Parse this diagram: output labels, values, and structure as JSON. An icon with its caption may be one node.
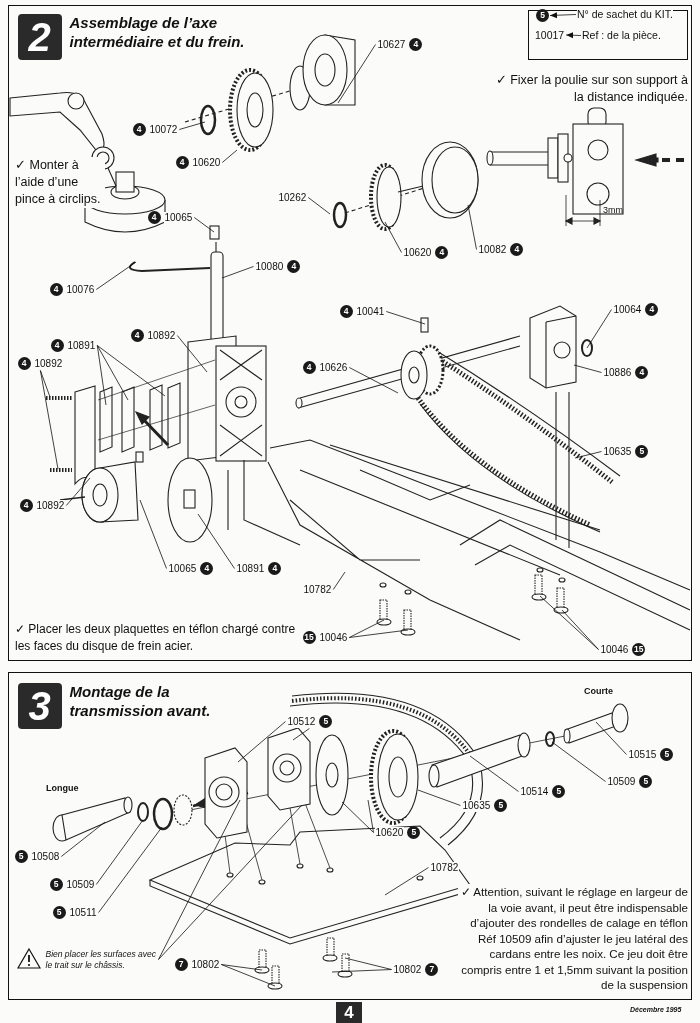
{
  "diagram": {
    "nodes": [
      {
        "text": [],
        "shape": "box"
      },
      {
        "text": [
          "2"
        ],
        "beside": [
          "Assemblage de l’axe intermédiaire et du frein."
        ],
        "in": 0
      },
      {
        "text": [],
        "shape": "box",
        "in": 0
      },
      {
        "text": [
          "5"
        ],
        "in": 2
      },
      {
        "text": [
          "N° de sachet du KIT."
        ],
        "in": 2
      },
      {
        "text": [
          "10017"
        ],
        "in": 2
      },
      {
        "text": [
          "Ref : de la pièce."
        ],
        "in": 2
      },
      {
        "text": [
          "10627"
        ],
        "beside": [
          "4"
        ],
        "in": 0
      },
      {
        "text": [
          "10072"
        ],
        "beside": [
          "4"
        ],
        "in": 0
      },
      {
        "text": [
          "10620"
        ],
        "beside": [
          "4"
        ],
        "in": 0
      },
      {
        "text": [
          "10262"
        ],
        "in": 0
      },
      {
        "text": [
          "10065"
        ],
        "beside": [
          "4"
        ],
        "in": 0
      },
      {
        "text": [
          "10620"
        ],
        "beside": [
          "4"
        ],
        "in": 0
      },
      {
        "text": [
          "10082"
        ],
        "beside": [
          "4"
        ],
        "in": 0
      },
      {
        "text": [
          "10080"
        ],
        "beside": [
          "4"
        ],
        "in": 0
      },
      {
        "text": [
          "10076"
        ],
        "beside": [
          "4"
        ],
        "in": 0
      },
      {
        "text": [
          "10064"
        ],
        "beside": [
          "4"
        ],
        "in": 0
      },
      {
        "text": [
          "10041"
        ],
        "beside": [
          "4"
        ],
        "in": 0
      },
      {
        "text": [
          "10892"
        ],
        "beside": [
          "4"
        ],
        "in": 0
      },
      {
        "text": [
          "10891"
        ],
        "beside": [
          "4"
        ],
        "in": 0
      },
      {
        "text": [
          "10626"
        ],
        "beside": [
          "4"
        ],
        "in": 0
      },
      {
        "text": [
          "10892"
        ],
        "beside": [
          "4"
        ],
        "in": 0
      },
      {
        "text": [
          "10886"
        ],
        "beside": [
          "4"
        ],
        "in": 0
      },
      {
        "text": [
          "10635"
        ],
        "beside": [
          "5"
        ],
        "in": 0
      },
      {
        "text": [
          "10892"
        ],
        "beside": [
          "4"
        ],
        "in": 0
      },
      {
        "text": [
          "10065"
        ],
        "beside": [
          "4"
        ],
        "in": 0
      },
      {
        "text": [
          "10891"
        ],
        "beside": [
          "4"
        ],
        "in": 0
      },
      {
        "text": [
          "10782"
        ],
        "in": 0
      },
      {
        "text": [
          "10046"
        ],
        "beside": [
          "15"
        ],
        "in": 0
      },
      {
        "text": [
          "10046"
        ],
        "beside": [
          "15"
        ],
        "in": 0
      },
      {
        "text": [],
        "shape": "box"
      },
      {
        "text": [
          "3"
        ],
        "beside": [
          "Montage de la transmission avant."
        ],
        "in": 30
      },
      {
        "text": [
          "10512"
        ],
        "beside": [
          "5"
        ],
        "in": 30
      },
      {
        "text": [
          "10515"
        ],
        "beside": [
          "5"
        ],
        "in": 30
      },
      {
        "text": [
          "10509"
        ],
        "beside": [
          "5"
        ],
        "in": 30
      },
      {
        "text": [
          "10514"
        ],
        "beside": [
          "5"
        ],
        "in": 30
      },
      {
        "text": [
          "10635"
        ],
        "beside": [
          "5"
        ],
        "in": 30
      },
      {
        "text": [
          "10508"
        ],
        "beside": [
          "5"
        ],
        "in": 30
      },
      {
        "text": [
          "10620"
        ],
        "beside": [
          "5"
        ],
        "in": 30
      },
      {
        "text": [
          "10509"
        ],
        "beside": [
          "5"
        ],
        "in": 30
      },
      {
        "text": [
          "10782"
        ],
        "in": 30
      },
      {
        "text": [
          "10511"
        ],
        "beside": [
          "5"
        ],
        "in": 30
      },
      {
        "text": [
          "Bien placer les surfaces avec le trait sur le châssis."
        ],
        "in": 30
      },
      {
        "text": [
          "10802"
        ],
        "beside": [
          "7"
        ],
        "in": 30
      },
      {
        "text": [
          "10802"
        ],
        "beside": [
          "7"
        ],
        "in": 30
      }
    ],
    "edges": [
      {
        "from": 4,
        "to": 3,
        "arrow": "to"
      },
      {
        "from": 6,
        "to": 5,
        "arrow": "to"
      },
      {
        "from": 7,
        "to": null,
        "arrow": "none"
      },
      {
        "from": 8,
        "to": null,
        "arrow": "none"
      },
      {
        "from": 9,
        "to": null,
        "arrow": "none"
      },
      {
        "from": 10,
        "to": null,
        "arrow": "none"
      },
      {
        "from": 11,
        "to": null,
        "arrow": "none"
      },
      {
        "from": 12,
        "to": null,
        "arrow": "none"
      },
      {
        "from": 13,
        "to": null,
        "arrow": "none"
      },
      {
        "from": 14,
        "to": null,
        "arrow": "none"
      },
      {
        "from": 15,
        "to": null,
        "arrow": "none"
      },
      {
        "from": 16,
        "to": null,
        "arrow": "none"
      },
      {
        "from": 17,
        "to": null,
        "arrow": "none"
      },
      {
        "from": 18,
        "to": null,
        "arrow": "none"
      },
      {
        "from": 19,
        "to": null,
        "arrow": "none"
      },
      {
        "from": 19,
        "to": null,
        "arrow": "none"
      },
      {
        "from": 19,
        "to": null,
        "arrow": "none"
      },
      {
        "from": 20,
        "to": null,
        "arrow": "none"
      },
      {
        "from": 21,
        "to": null,
        "arrow": "none"
      },
      {
        "from": 21,
        "to": null,
        "arrow": "none"
      },
      {
        "from": 22,
        "to": null,
        "arrow": "none"
      },
      {
        "from": 23,
        "to": null,
        "arrow": "none"
      },
      {
        "from": 24,
        "to": null,
        "arrow": "none"
      },
      {
        "from": 25,
        "to": null,
        "arrow": "none"
      },
      {
        "from": 26,
        "to": null,
        "arrow": "none"
      },
      {
        "from": 27,
        "to": null,
        "arrow": "none"
      },
      {
        "from": 28,
        "to": null,
        "arrow": "none"
      },
      {
        "from": 28,
        "to": null,
        "arrow": "none"
      },
      {
        "from": 29,
        "to": null,
        "arrow": "none"
      },
      {
        "from": 29,
        "to": null,
        "arrow": "none"
      },
      {
        "from": 32,
        "to": null,
        "arrow": "none"
      },
      {
        "from": 32,
        "to": null,
        "arrow": "none"
      },
      {
        "from": 33,
        "to": null,
        "arrow": "none"
      },
      {
        "from": 34,
        "to": null,
        "arrow": "none"
      },
      {
        "from": 35,
        "to": null,
        "arrow": "none"
      },
      {
        "from": 36,
        "to": null,
        "arrow": "none"
      },
      {
        "from": 37,
        "to": null,
        "arrow": "none"
      },
      {
        "from": 38,
        "to": null,
        "arrow": "none"
      },
      {
        "from": 38,
        "to": null,
        "arrow": "none"
      },
      {
        "from": 39,
        "to": null,
        "arrow": "none"
      },
      {
        "from": 40,
        "to": null,
        "arrow": "none"
      },
      {
        "from": 41,
        "to": null,
        "arrow": "none"
      },
      {
        "from": 42,
        "to": null,
        "arrow": "none"
      },
      {
        "from": 42,
        "to": null,
        "arrow": "none"
      },
      {
        "from": 43,
        "to": null,
        "arrow": "none"
      },
      {
        "from": 43,
        "to": null,
        "arrow": "none"
      },
      {
        "from": 44,
        "to": null,
        "arrow": "none"
      },
      {
        "from": 44,
        "to": null,
        "arrow": "none"
      }
    ],
    "labels": [
      "✓ Monter à l’aide d’une pince à circlips.",
      "✓ Fixer la poulie sur son support à la distance indiquée.",
      "3mm",
      "✓ Placer les deux plaquettes en téflon chargé contre les faces du disque de frein acier.",
      "Courte",
      "Longue",
      "✓ Attention, suivant le réglage en largeur de la voie avant, il peut être indispensable d’ajouter des rondelles de calage en téflon Réf 10509 afin d’ajuster le jeu latéral des cardans entre les noix. Ce jeu doit être compris entre 1 et 1,5mm suivant la position de la suspension",
      "4",
      "Décembre 1995"
    ]
  }
}
